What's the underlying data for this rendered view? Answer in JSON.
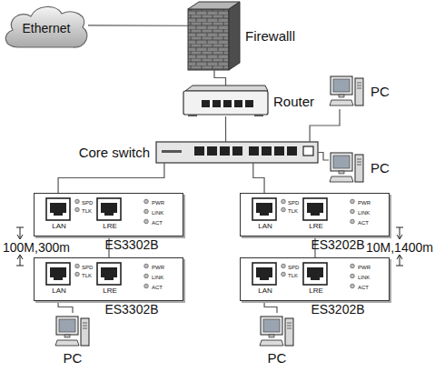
{
  "diagram": {
    "nodes": [
      {
        "text": [
          "Ethernet"
        ]
      },
      {
        "text": [
          "Firewalll"
        ]
      },
      {
        "text": [
          "Router"
        ]
      },
      {
        "text": [
          "PC"
        ]
      },
      {
        "text": [
          "Core switch"
        ]
      },
      {
        "text": [
          "PC"
        ]
      },
      {
        "text": [
          "LAN",
          "LRE",
          "SPD",
          "TLK",
          "PWR",
          "LINK",
          "ACT",
          "ES3302B"
        ]
      },
      {
        "text": [
          "LAN",
          "LRE",
          "SPD",
          "TLK",
          "PWR",
          "LINK",
          "ACT",
          "ES3202B"
        ]
      },
      {
        "text": [
          "LAN",
          "LRE",
          "SPD",
          "TLK",
          "PWR",
          "LINK",
          "ACT",
          "ES3302B"
        ]
      },
      {
        "text": [
          "LAN",
          "LRE",
          "SPD",
          "TLK",
          "PWR",
          "LINK",
          "ACT",
          "ES3202B"
        ]
      },
      {
        "text": [
          "PC"
        ]
      },
      {
        "text": [
          "PC"
        ]
      }
    ],
    "edges": [
      {
        "from": 0,
        "to": 1,
        "arrow": "none"
      },
      {
        "from": 1,
        "to": 2,
        "arrow": "none"
      },
      {
        "from": 2,
        "to": 4,
        "arrow": "none"
      },
      {
        "from": 4,
        "to": 3,
        "arrow": "none"
      },
      {
        "from": 4,
        "to": 5,
        "arrow": "none"
      },
      {
        "from": 4,
        "to": 6,
        "arrow": "none"
      },
      {
        "from": 4,
        "to": 7,
        "arrow": "none"
      },
      {
        "from": 6,
        "to": 8,
        "arrow": "none"
      },
      {
        "from": 7,
        "to": 9,
        "arrow": "none"
      },
      {
        "from": 8,
        "to": 10,
        "arrow": "none"
      },
      {
        "from": 9,
        "to": 11,
        "arrow": "none"
      }
    ],
    "labels": [
      "100M,300m",
      "10M,1400m"
    ]
  }
}
